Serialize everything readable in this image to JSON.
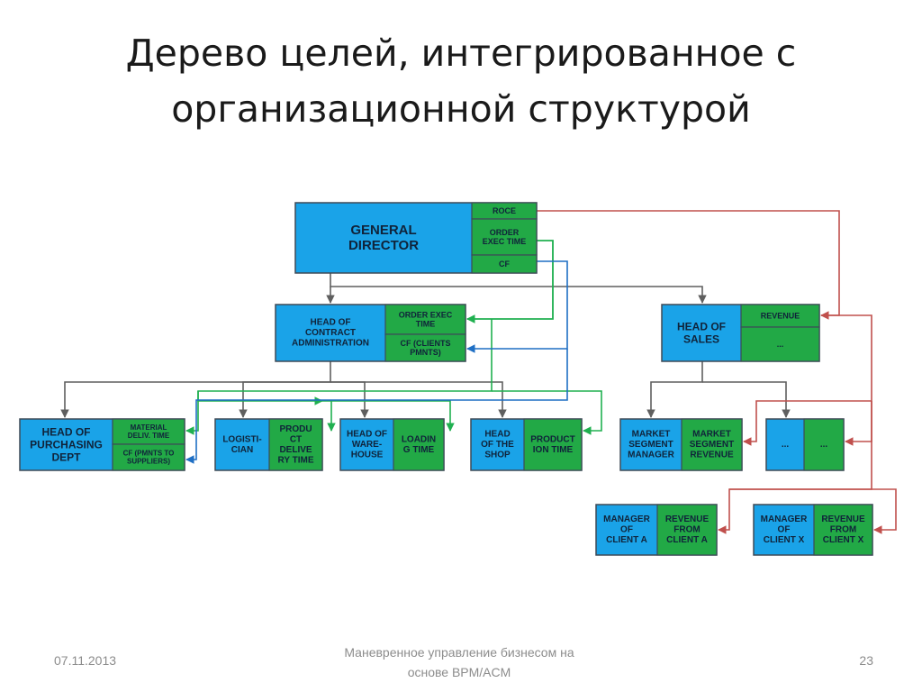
{
  "title": "Дерево целей, интегрированное с организационной структурой",
  "footer": {
    "date": "07.11.2013",
    "center_line1": "Маневренное управление бизнесом на",
    "center_line2": "основе BPM/ACM",
    "page": "23"
  },
  "colors": {
    "role_fill": "#1aa3e8",
    "goal_fill": "#22a946",
    "box_border": "#3e4a57",
    "hierarchy_line": "#5f5f5f",
    "green_link": "#20b050",
    "blue_link": "#1f6fc4",
    "red_link": "#c0504d"
  },
  "nodes": {
    "general_director": {
      "role": [
        "GENERAL",
        "DIRECTOR"
      ],
      "goals": [
        [
          "ROCE"
        ],
        [
          "ORDER",
          "EXEC TIME"
        ],
        [
          "CF"
        ]
      ]
    },
    "head_contract": {
      "role": [
        "HEAD OF",
        "CONTRACT",
        "ADMINISTRATION"
      ],
      "goals": [
        [
          "ORDER EXEC",
          "TIME"
        ],
        [
          "CF (CLIENTS",
          "PMNTS)"
        ]
      ]
    },
    "head_sales": {
      "role": [
        "HEAD OF",
        "SALES"
      ],
      "goals": [
        [
          "REVENUE"
        ],
        [
          "..."
        ]
      ]
    },
    "head_purchasing": {
      "role": [
        "HEAD OF",
        "PURCHASING",
        "DEPT"
      ],
      "goals": [
        [
          "MATERIAL",
          "DELIV. TIME"
        ],
        [
          "CF (PMNTS TO",
          "SUPPLIERS)"
        ]
      ]
    },
    "logistician": {
      "role": [
        "LOGISTI-",
        "CIAN"
      ],
      "goals": [
        [
          "PRODU",
          "CT",
          "DELIVE",
          "RY TIME"
        ]
      ]
    },
    "head_warehouse": {
      "role": [
        "HEAD OF",
        "WARE-",
        "HOUSE"
      ],
      "goals": [
        [
          "LOADIN",
          "G TIME"
        ]
      ]
    },
    "head_shop": {
      "role": [
        "HEAD",
        "OF THE",
        "SHOP"
      ],
      "goals": [
        [
          "PRODUCT",
          "ION TIME"
        ]
      ]
    },
    "market_segment": {
      "role": [
        "MARKET",
        "SEGMENT",
        "MANAGER"
      ],
      "goals": [
        [
          "MARKET",
          "SEGMENT",
          "REVENUE"
        ]
      ]
    },
    "other_sales": {
      "role": [
        "..."
      ],
      "goals": [
        [
          "..."
        ]
      ]
    },
    "manager_client_a": {
      "role": [
        "MANAGER",
        "OF",
        "CLIENT A"
      ],
      "goals": [
        [
          "REVENUE",
          "FROM",
          "CLIENT A"
        ]
      ]
    },
    "manager_client_x": {
      "role": [
        "MANAGER",
        "OF",
        "CLIENT X"
      ],
      "goals": [
        [
          "REVENUE",
          "FROM",
          "CLIENT X"
        ]
      ]
    }
  }
}
